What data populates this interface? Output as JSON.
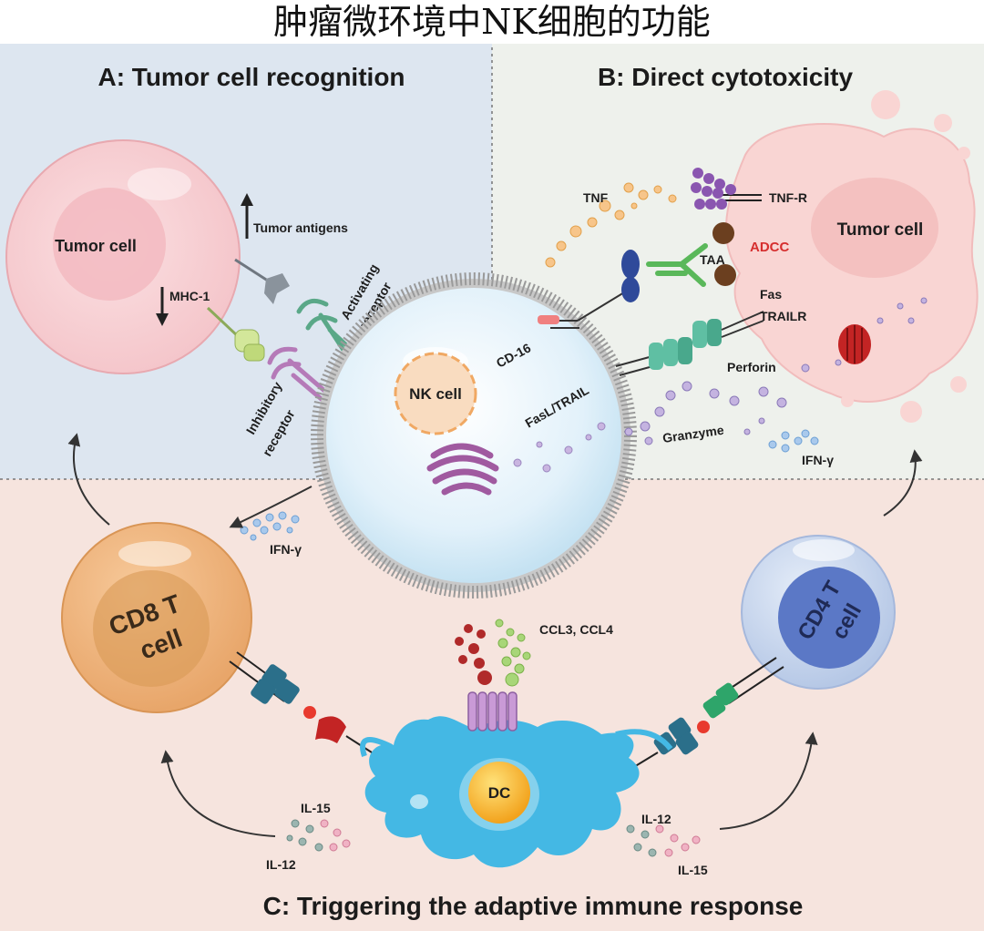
{
  "title": "肿瘤微环境中NK细胞的功能",
  "panels": {
    "a": "A: Tumor cell recognition",
    "b": "B: Direct cytotoxicity",
    "c": "C: Triggering the adaptive immune response"
  },
  "labels": {
    "tumor_cell_a": "Tumor cell",
    "tumor_antigens": "Tumor antigens",
    "mhc1": "MHC-1",
    "activating_1": "Activating",
    "activating_2": "receptor",
    "inhibitory_1": "Inhibitory",
    "inhibitory_2": "receptor",
    "nk_cell": "NK cell",
    "cd16": "CD-16",
    "fasl_trail": "FasL/TRAIL",
    "tnf": "TNF",
    "tnf_r": "TNF-R",
    "taa": "TAA",
    "adcc": "ADCC",
    "tumor_cell_b": "Tumor cell",
    "fas": "Fas",
    "trailr": "TRAILR",
    "perforin": "Perforin",
    "granzyme": "Granzyme",
    "ifn_right": "IFN-γ",
    "ifn_left": "IFN-γ",
    "cd8_1": "CD8 T",
    "cd8_2": "cell",
    "cd4_1": "CD4 T",
    "cd4_2": "cell",
    "ccl": "CCL3, CCL4",
    "dc": "DC",
    "il15_left": "IL-15",
    "il12_left": "IL-12",
    "il12_right": "IL-12",
    "il15_right": "IL-15"
  },
  "colors": {
    "panel_a_bg": "#dde6f0",
    "panel_b_bg": "#eef1ec",
    "panel_c_bg": "#f6e4de",
    "adcc_red": "#d62e2e",
    "dc_blue": "#44b8e4"
  }
}
